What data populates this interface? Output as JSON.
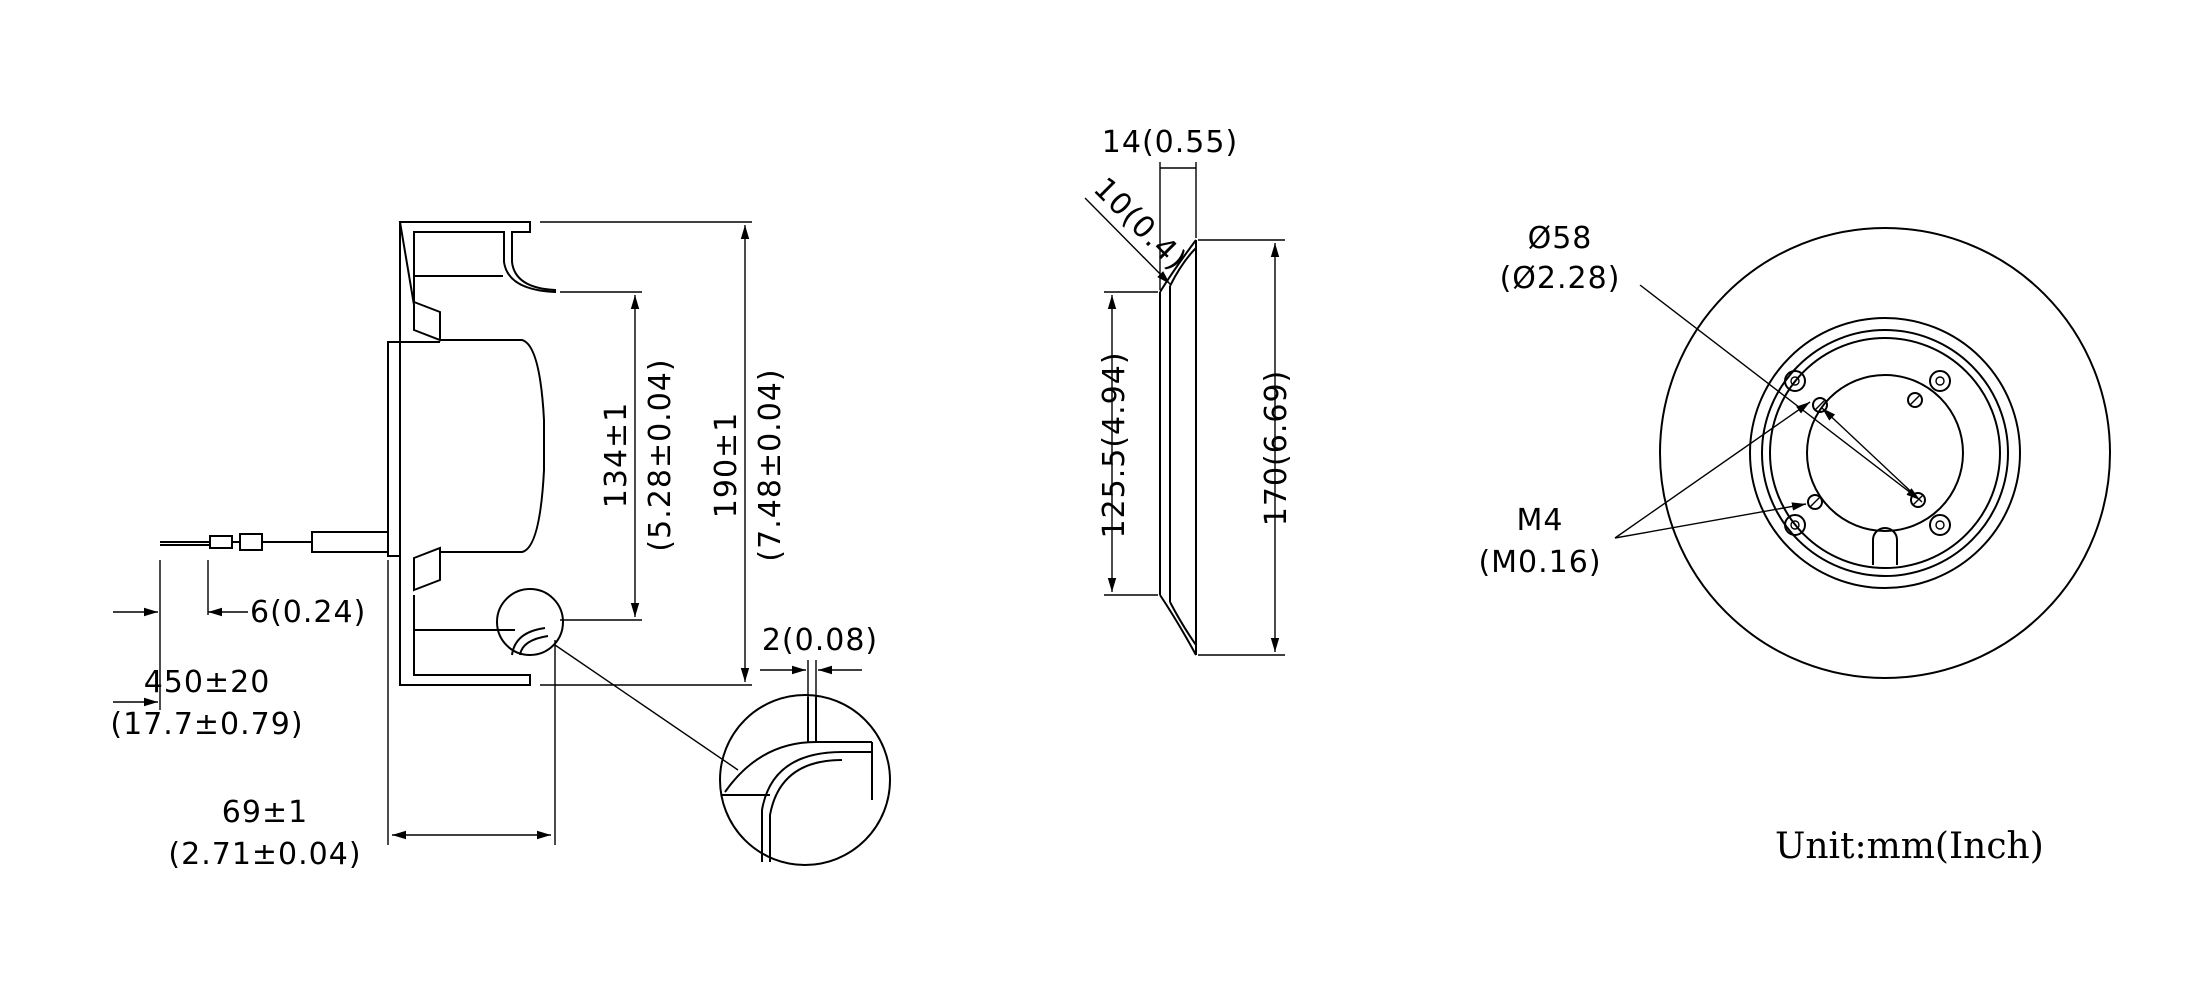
{
  "unit_label": "Unit:mm(Inch)",
  "side_view": {
    "height_outer_mm": "190±1",
    "height_outer_in": "(7.48±0.04)",
    "height_inner_mm": "134±1",
    "height_inner_in": "(5.28±0.04)",
    "lead_strip": "6(0.24)",
    "cable_length_mm": "450±20",
    "cable_length_in": "(17.7±0.79)",
    "depth_mm": "69±1",
    "depth_in": "(2.71±0.04)",
    "detail_thickness": "2(0.08)"
  },
  "section_view": {
    "width_top": "14(0.55)",
    "lip": "10(0.4)",
    "inner_height": "125.5(4.94)",
    "outer_height": "170(6.69)"
  },
  "front_view": {
    "bolt_circle_mm": "Ø58",
    "bolt_circle_in": "(Ø2.28)",
    "screw_mm": "M4",
    "screw_in": "(M0.16)"
  }
}
